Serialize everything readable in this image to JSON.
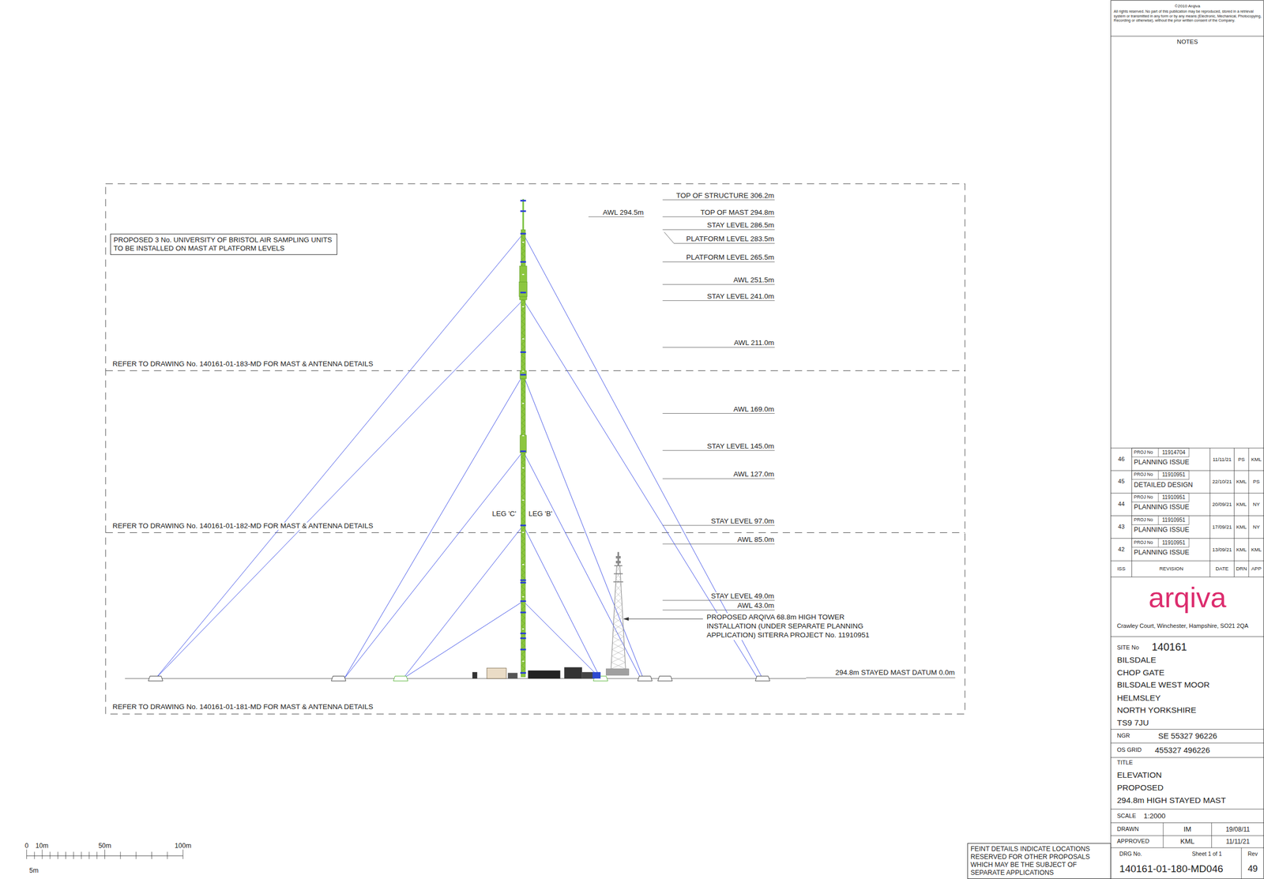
{
  "diagram": {
    "nodes": [
      {
        "text": [
          "PROPOSED 3 No. UNIVERSITY OF BRISTOL AIR SAMPLING UNITS TO BE INSTALLED ON MAST AT PLATFORM LEVELS"
        ]
      },
      {
        "text": [
          "FEINT DETAILS INDICATE LOCATIONS RESERVED FOR OTHER PROPOSALS WHICH MAY BE THE SUBJECT OF SEPARATE APPLICATIONS"
        ]
      }
    ],
    "labels": [
      "TOP OF STRUCTURE 306.2m",
      "AWL 294.5m",
      "TOP OF MAST 294.8m",
      "STAY LEVEL 286.5m",
      "PLATFORM LEVEL 283.5m",
      "PLATFORM LEVEL 265.5m",
      "AWL 251.5m",
      "STAY LEVEL 241.0m",
      "AWL 211.0m",
      "AWL 169.0m",
      "STAY LEVEL 145.0m",
      "AWL 127.0m",
      "STAY LEVEL 97.0m",
      "AWL 85.0m",
      "STAY LEVEL 49.0m",
      "AWL 43.0m",
      "294.8m STAYED MAST DATUM 0.0m",
      "PROPOSED ARQIVA 68.8m HIGH TOWER INSTALLATION (UNDER SEPARATE PLANNING APPLICATION) SITERRA PROJECT No. 11910951",
      "REFER TO DRAWING No. 140161-01-183-MD FOR MAST & ANTENNA DETAILS",
      "REFER TO DRAWING No. 140161-01-182-MD FOR MAST & ANTENNA DETAILS",
      "REFER TO DRAWING No. 140161-01-181-MD FOR MAST & ANTENNA DETAILS",
      "LEG 'C'",
      "LEG 'B'",
      "0",
      "10m",
      "50m",
      "100m",
      "5m",
      "©2010 Arqiva",
      "All rights reserved. No part of this publication may be reproduced, stored in a retrieval system or transmitted in any form or by any means (Electronic, Mechanical, Photocopying, Recording or otherwise), without the prior written consent of the Company.",
      "NOTES",
      "46",
      "PROJ No",
      "11914704",
      "PLANNING ISSUE",
      "11/11/21",
      "PS",
      "KML",
      "45",
      "PROJ No",
      "11910951",
      "DETAILED DESIGN",
      "22/10/21",
      "KML",
      "PS",
      "44",
      "PROJ No",
      "11910951",
      "PLANNING ISSUE",
      "20/09/21",
      "KML",
      "NY",
      "43",
      "PROJ No",
      "11910951",
      "PLANNING ISSUE",
      "17/09/21",
      "KML",
      "NY",
      "42",
      "PROJ No",
      "11910951",
      "PLANNING ISSUE",
      "13/09/21",
      "KML",
      "KML",
      "ISS",
      "REVISION",
      "DATE",
      "DRN",
      "APP",
      "arqiva",
      "Crawley Court, Winchester, Hampshire, SO21 2QA",
      "SITE No",
      "140161",
      "BILSDALE",
      "CHOP GATE",
      "BILSDALE WEST MOOR",
      "HELMSLEY",
      "NORTH YORKSHIRE",
      "TS9 7JU",
      "NGR",
      "SE 55327 96226",
      "OS GRID",
      "455327 496226",
      "TITLE",
      "ELEVATION",
      "PROPOSED",
      "294.8m HIGH STAYED MAST",
      "SCALE",
      "1:2000",
      "DRAWN",
      "IM",
      "19/08/11",
      "APPROVED",
      "KML",
      "11/11/21",
      "DRG No.",
      "Sheet 1 of 1",
      "Rev",
      "140161-01-180-MD046",
      "49"
    ]
  }
}
